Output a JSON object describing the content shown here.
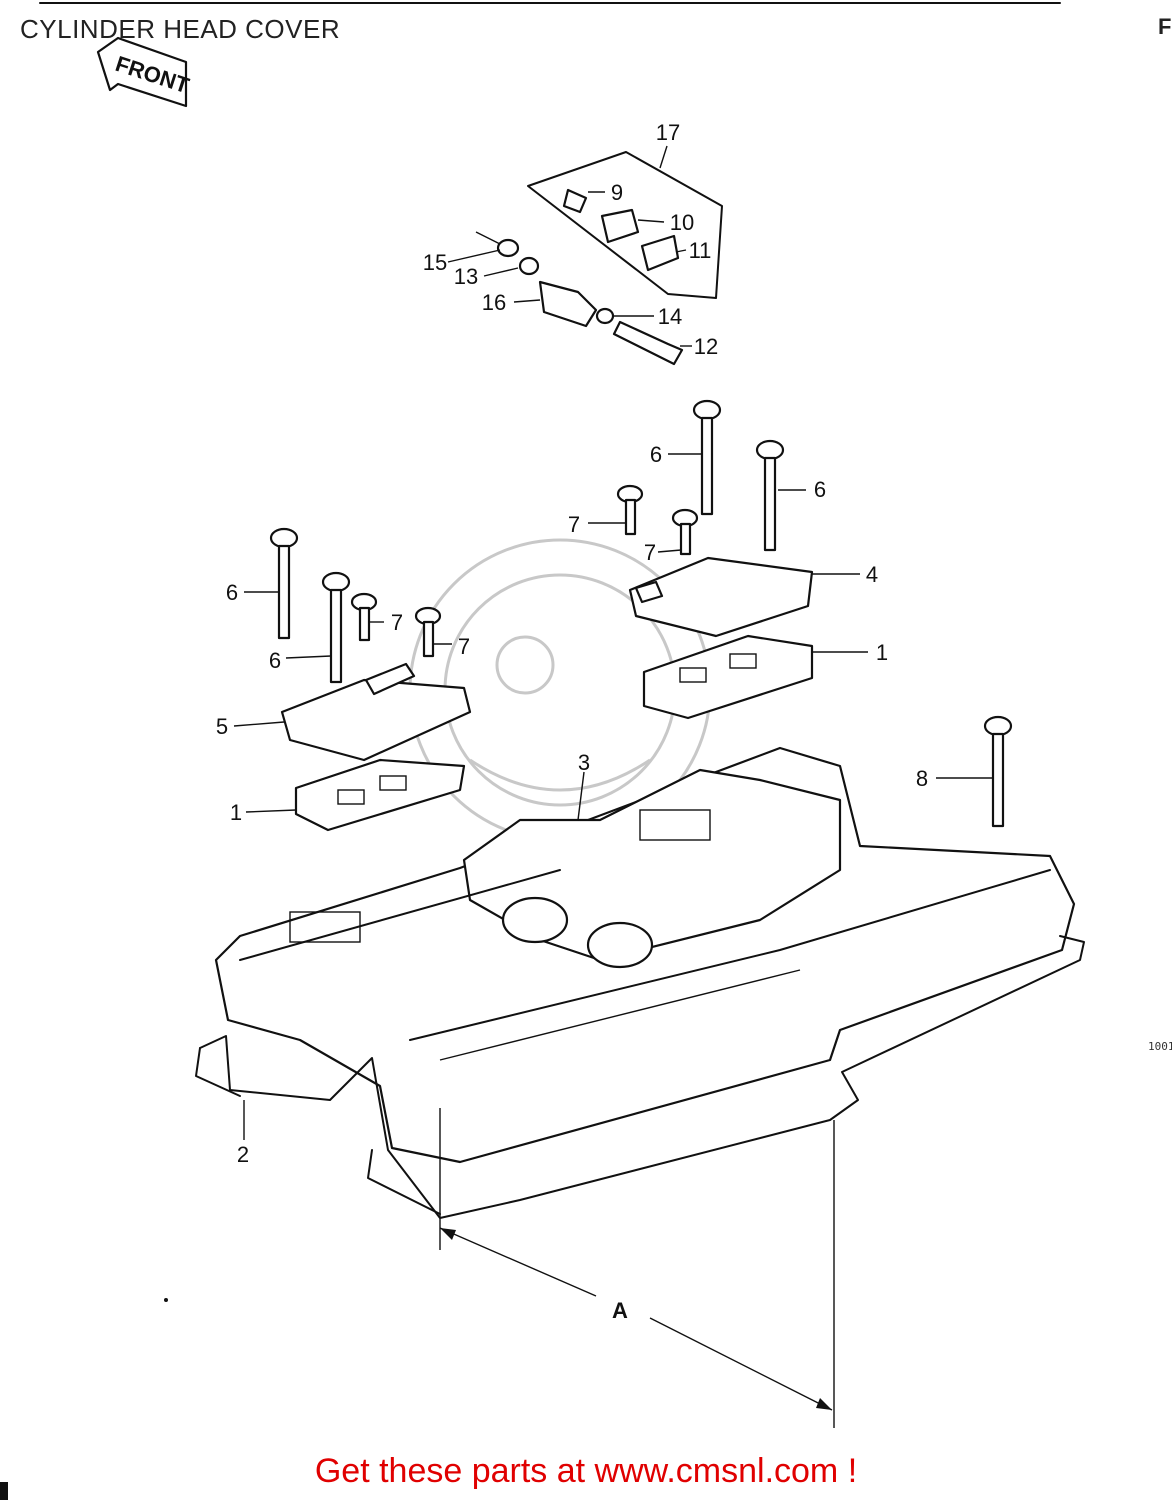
{
  "header": {
    "title": "CYLINDER HEAD COVER",
    "corner_letter": "F"
  },
  "front_marker": {
    "label": "FRONT"
  },
  "side_code": "1001",
  "dimension_label": "A",
  "callouts": [
    "1",
    "1",
    "2",
    "3",
    "4",
    "5",
    "6",
    "6",
    "6",
    "6",
    "7",
    "7",
    "7",
    "7",
    "8",
    "9",
    "10",
    "11",
    "12",
    "13",
    "14",
    "15",
    "16",
    "17"
  ],
  "footer": {
    "text": "Get these parts at www.cmsnl.com !"
  },
  "colors": {
    "footer": "#e00000",
    "line": "#111111"
  }
}
